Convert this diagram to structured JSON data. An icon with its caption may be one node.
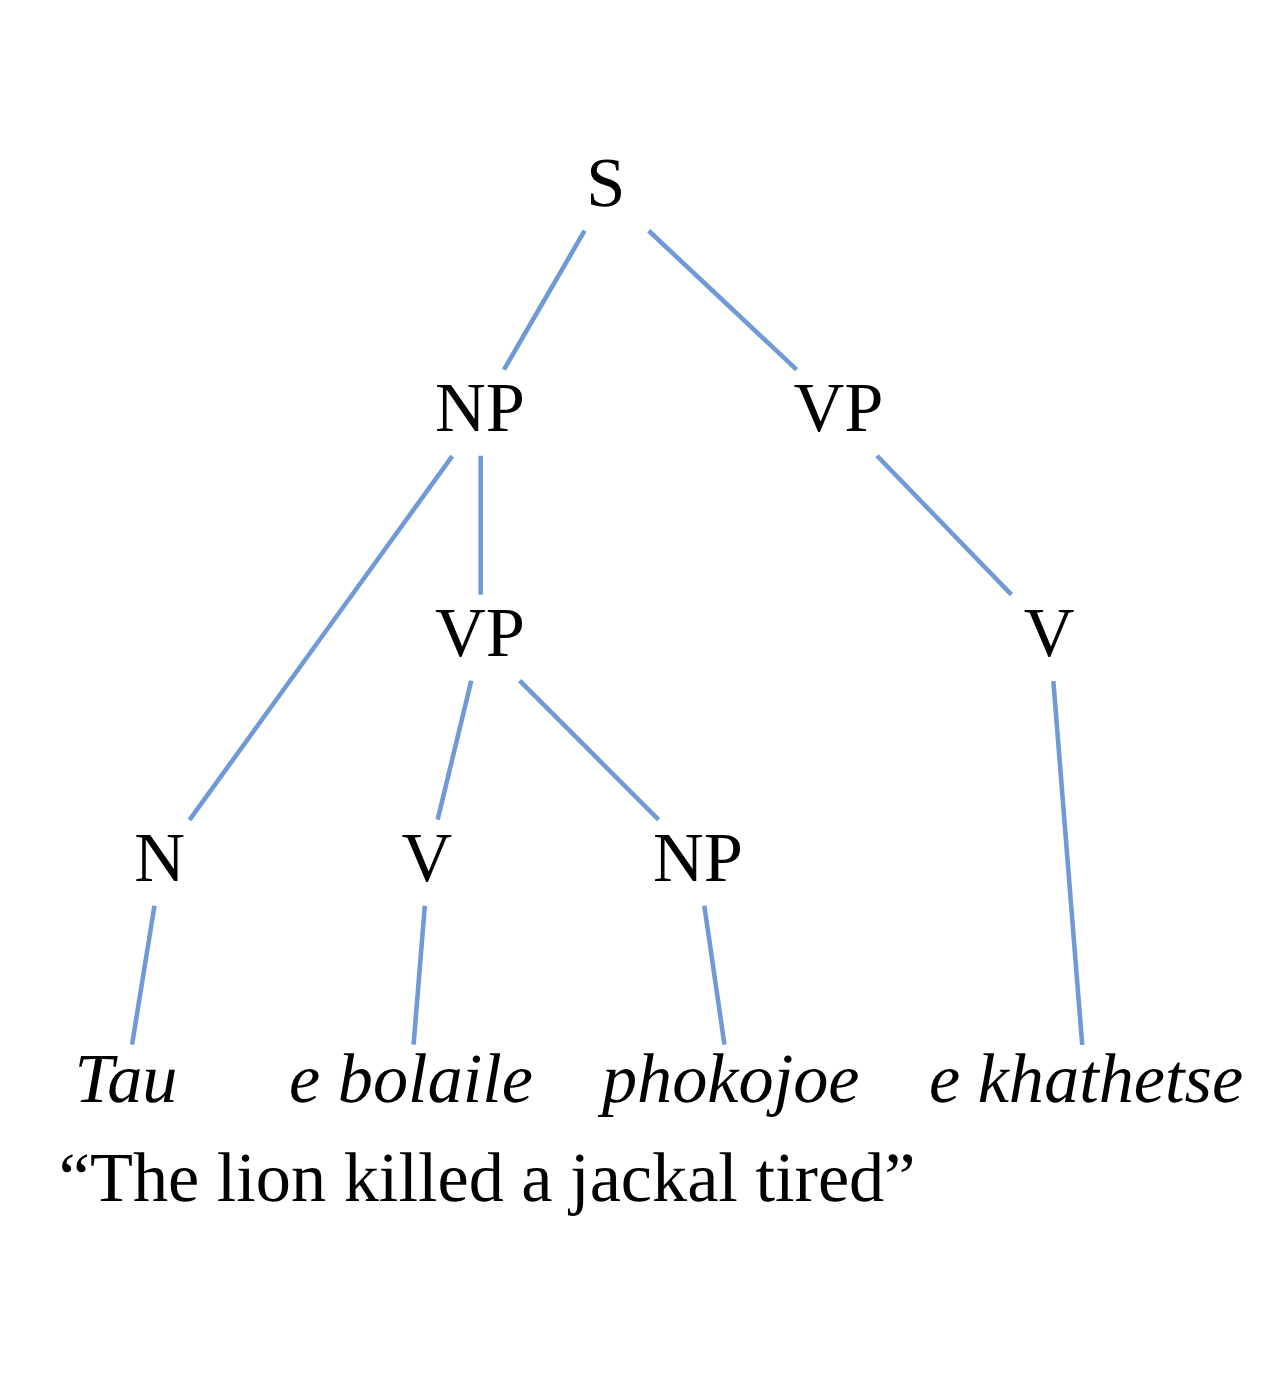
{
  "diagram": {
    "caption": "“The lion killed a jackal tired”",
    "nodes": [
      {
        "text": [
          "S"
        ]
      },
      {
        "text": [
          "NP"
        ]
      },
      {
        "text": [
          "VP"
        ]
      },
      {
        "text": [
          "N"
        ]
      },
      {
        "text": [
          "VP"
        ]
      },
      {
        "text": [
          "V"
        ]
      },
      {
        "text": [
          "V"
        ]
      },
      {
        "text": [
          "NP"
        ]
      },
      {
        "text": [
          "Tau"
        ]
      },
      {
        "text": [
          "e bolaile"
        ]
      },
      {
        "text": [
          "phokojoe"
        ]
      },
      {
        "text": [
          "e khathetse"
        ]
      }
    ],
    "edges": [
      {
        "from": 0,
        "to": 1,
        "arrow": "none"
      },
      {
        "from": 0,
        "to": 2,
        "arrow": "none"
      },
      {
        "from": 1,
        "to": 3,
        "arrow": "none"
      },
      {
        "from": 1,
        "to": 4,
        "arrow": "none"
      },
      {
        "from": 2,
        "to": 5,
        "arrow": "none"
      },
      {
        "from": 4,
        "to": 6,
        "arrow": "none"
      },
      {
        "from": 4,
        "to": 7,
        "arrow": "none"
      },
      {
        "from": 3,
        "to": 8,
        "arrow": "none"
      },
      {
        "from": 6,
        "to": 9,
        "arrow": "none"
      },
      {
        "from": 7,
        "to": 10,
        "arrow": "none"
      },
      {
        "from": 5,
        "to": 11,
        "arrow": "none"
      }
    ]
  }
}
